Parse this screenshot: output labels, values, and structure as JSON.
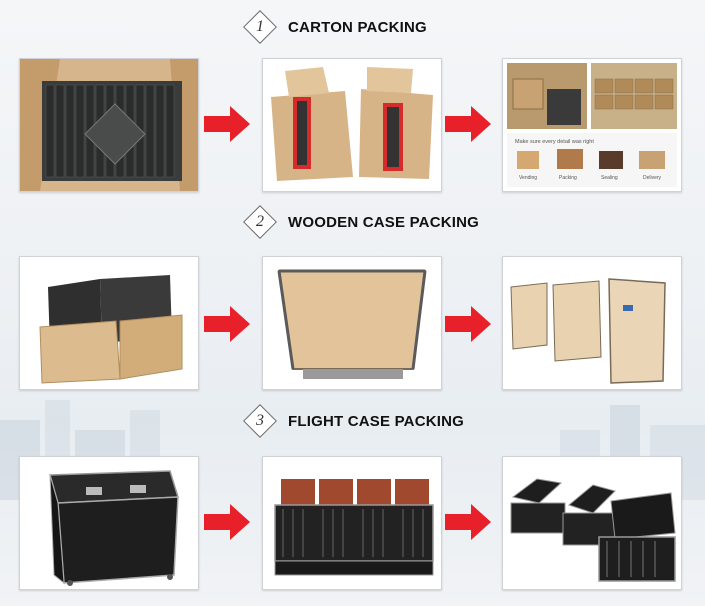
{
  "sections": [
    {
      "number": "1",
      "title": "CARTON PACKING",
      "panels": [
        "carton-packing-photo-1",
        "carton-packing-photo-2",
        "carton-packing-photo-3"
      ]
    },
    {
      "number": "2",
      "title": "WOODEN CASE PACKING",
      "panels": [
        "wooden-case-photo-1",
        "wooden-case-photo-2",
        "wooden-case-photo-3"
      ]
    },
    {
      "number": "3",
      "title": "FLIGHT CASE PACKING",
      "panels": [
        "flight-case-photo-1",
        "flight-case-photo-2",
        "flight-case-photo-3"
      ]
    }
  ],
  "carton_inset": {
    "caption": "Make sure every detail was right",
    "steps": [
      "Vending",
      "Packing",
      "Sealing",
      "Delivery"
    ]
  },
  "colors": {
    "arrow": "#e8202a",
    "wood": "#d9b98a",
    "carton": "#c9a273",
    "case": "#1e1e1e"
  }
}
